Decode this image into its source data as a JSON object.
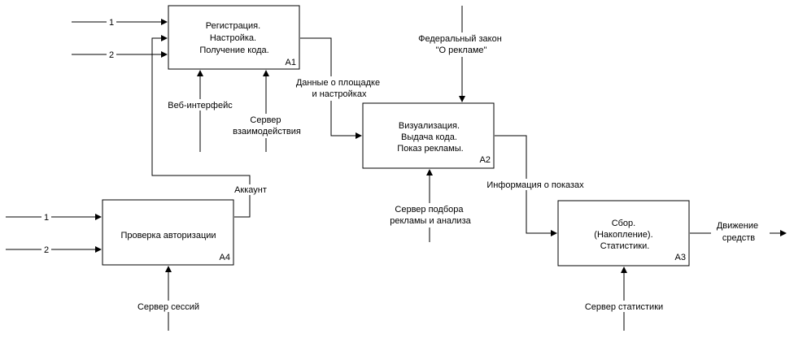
{
  "blocks": {
    "a1": {
      "lines": [
        "Регистрация.",
        "Настройка.",
        "Получение кода."
      ],
      "id": "A1"
    },
    "a2": {
      "lines": [
        "Визуализация.",
        "Выдача кода.",
        "Показ рекламы."
      ],
      "id": "A2"
    },
    "a3": {
      "lines": [
        "Сбор.",
        "(Накопление).",
        "Статистики."
      ],
      "id": "A3"
    },
    "a4": {
      "lines": [
        "Проверка авторизации"
      ],
      "id": "A4"
    }
  },
  "arrows": {
    "a1_input_1": "1",
    "a1_input_2": "2",
    "a4_input_1": "1",
    "a4_input_2": "2",
    "web_interface": "Веб-интерфейс",
    "interaction_server": [
      "Сервер",
      "взаимодействия"
    ],
    "account": "Аккаунт",
    "site_data": [
      "Данные о площадке",
      "и настройках"
    ],
    "federal_law": [
      "Федеральный закон",
      "\"О рекламе\""
    ],
    "ad_selection_server": [
      "Сервер подбора",
      "рекламы и анализа"
    ],
    "impressions_info": "Информация о показах",
    "money_flow": [
      "Движение",
      "средств"
    ],
    "session_server": "Сервер сессий",
    "statistics_server": "Сервер статистики"
  }
}
